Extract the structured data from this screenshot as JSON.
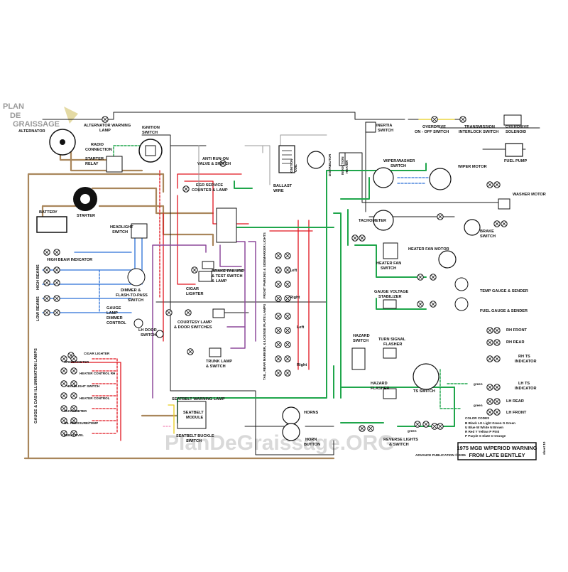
{
  "watermark": {
    "site": "PlanDeGraissage.ORG",
    "logo_line1": "PLAN",
    "logo_line2": "DE",
    "logo_line3": "GRAISSAGE"
  },
  "title": {
    "line1": "1975 MGB W/PERIOD WARNING",
    "line2": "FROM LATE BENTLEY",
    "sheet": "sheet 10"
  },
  "publication": "ADVANCE PUBLICATION © 2005",
  "labels": {
    "alternator": "ALTERNATOR",
    "alternator_warning_lamp": [
      "ALTERNATOR WARNING",
      "LAMP"
    ],
    "ignition_switch": [
      "IGNITION",
      "SWITCH"
    ],
    "radio_connection": [
      "RADIO",
      "CONNECTION"
    ],
    "starter_relay": [
      "STARTER",
      "RELAY"
    ],
    "anti_run_on": [
      "ANTI RUN-ON",
      "VALVE & SWITCH"
    ],
    "egr_service": [
      "EGR SERVICE",
      "COUNTER & LAMP"
    ],
    "ballast_wire": [
      "BALLAST",
      "WIRE"
    ],
    "ignition_coil": [
      "IGNITION",
      "COIL"
    ],
    "distributor": "DISTRIBUTOR",
    "induction_heater": [
      "INDUCTION",
      "HEATER"
    ],
    "inertia_switch": [
      "INERTIA",
      "SWITCH"
    ],
    "overdrive_switch": [
      "OVERDRIVE",
      "ON - OFF SWITCH"
    ],
    "transmission_switch": [
      "TRANSMISSION",
      "INTERLOCK SWITCH"
    ],
    "overdrive_solenoid": [
      "OVERDRIVE",
      "SOLENOID"
    ],
    "fuel_pump": "FUEL PUMP",
    "wiper_washer_switch": [
      "WIPER/WASHER",
      "SWITCH"
    ],
    "wiper_motor": "WIPER MOTOR",
    "washer_motor": "WASHER MOTOR",
    "tachometer": "TACHOMETER",
    "brake_switch": [
      "BRAKE",
      "SWITCH"
    ],
    "heater_fan_motor": "HEATER FAN MOTOR",
    "heater_fan_switch": [
      "HEATER FAN",
      "SWITCH"
    ],
    "gauge_voltage": [
      "GAUGE VOLTAGE",
      "STABILIZER"
    ],
    "temp_gauge": "TEMP GAUGE & SENDER",
    "fuel_gauge": "FUEL GAUGE & SENDER",
    "battery": "BATTERY",
    "starter": "STARTER",
    "headlight_switch": [
      "HEADLIGHT",
      "SWITCH"
    ],
    "high_beam_indicator": "HIGH BEAM INDICATOR",
    "high_beams": "HIGH BEAMS",
    "low_beams": "LOW BEAMS",
    "dimmer": [
      "DIMMER &",
      "FLASH-TO-PASS",
      "SWITCH"
    ],
    "gauge_lamp_dimmer": [
      "GAUGE",
      "LAMP",
      "DIMMER",
      "CONTROL"
    ],
    "brake_failure": [
      "BRAKE FAILURE",
      "& TEST SWITCH",
      "& LAMP"
    ],
    "cigar_lighter": [
      "CIGAR",
      "LIGHTER"
    ],
    "courtesy_lamp": [
      "COURTESY LAMP",
      "& DOOR SWITCHES"
    ],
    "lh_door_switch": [
      "LH DOOR",
      "SWITCH"
    ],
    "trunk_lamp": [
      "TRUNK LAMP",
      "& SWITCH"
    ],
    "front_parking": "FRONT PARKING & SIDEMARKER LIGHTS",
    "tail_rear": "TAIL, REAR MARKER, & LICENSE PLATE LAMPS",
    "left": "Left",
    "right": "Right",
    "hazard_switch": [
      "HAZARD",
      "SWITCH"
    ],
    "turn_signal_flasher": [
      "TURN SIGNAL",
      "FLASHER"
    ],
    "hazard_flasher": [
      "HAZARD",
      "FLASHER"
    ],
    "ts_switch": "TS SWITCH",
    "rh_front": "RH FRONT",
    "rh_rear": "RH REAR",
    "rh_ts_indicator": [
      "RH TS",
      "INDICATOR"
    ],
    "lh_ts_indicator": [
      "LH TS",
      "INDICATOR"
    ],
    "lh_rear": "LH REAR",
    "lh_front": "LH FRONT",
    "gauge_dash_lamps": "GAUGE & DASH ILLUMINATION LAMPS",
    "cigar_lighter_lamp": "CIGAR LIGHTER",
    "speedometer": "SPEEDOMETER",
    "heater_control_rh": "HEATER CONTROL RH",
    "headlight_switch_lamp": "HEADLIGHT SWITCH",
    "heater_control": "HEATER CONTROL",
    "tachometer_lamp": "TACHOMETER",
    "oil_pressure": "OIL PRESSURE/TEMP",
    "fuel_level": "FUEL LEVEL",
    "seatbelt_warning": "SEATBELT WARNING LAMP",
    "seatbelt_module": [
      "SEATBELT",
      "MODULE"
    ],
    "seatbelt_buckle": [
      "SEATBELT BUCKLE",
      "SWITCH"
    ],
    "horns": "HORNS",
    "horn_button": [
      "HORN",
      "BUTTON"
    ],
    "reverse_lights": [
      "REVERSE LIGHTS",
      "& SWITCH"
    ],
    "green": "green",
    "color_codes_title": "COLOR CODES",
    "color_codes": [
      "B  Black   LG  Light Green   G  Green",
      "U  Blue    W  White          N  Brown",
      "R  Red     Y  Yellow         P  Pink",
      "P  Purple  S  Slate          O  Orange"
    ]
  },
  "colors": {
    "black": "#1a1a1a",
    "red": "#e0141e",
    "green": "#1fa64b",
    "blue": "#2a6fd6",
    "brown": "#a9865b",
    "purple": "#8e4a9c",
    "gray": "#9a9a9a",
    "yellow": "#e8cd1b",
    "pink": "#f06aa4"
  }
}
